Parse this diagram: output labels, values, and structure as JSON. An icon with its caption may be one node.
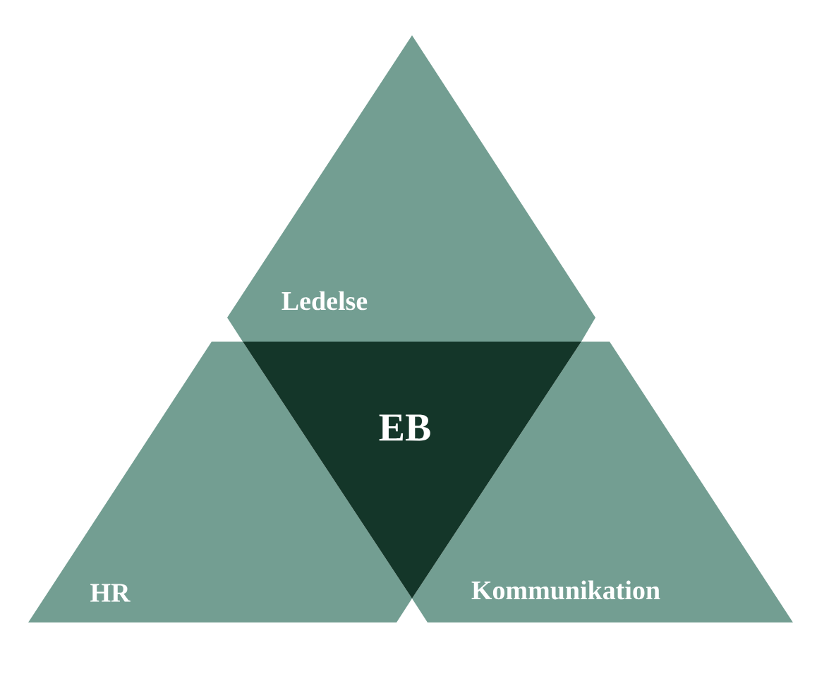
{
  "diagram": {
    "nodes": [
      {
        "text": [
          "Ledelse"
        ]
      },
      {
        "text": [
          "HR"
        ]
      },
      {
        "text": [
          "Kommunikation"
        ]
      },
      {
        "text": [
          "EB"
        ]
      }
    ]
  }
}
